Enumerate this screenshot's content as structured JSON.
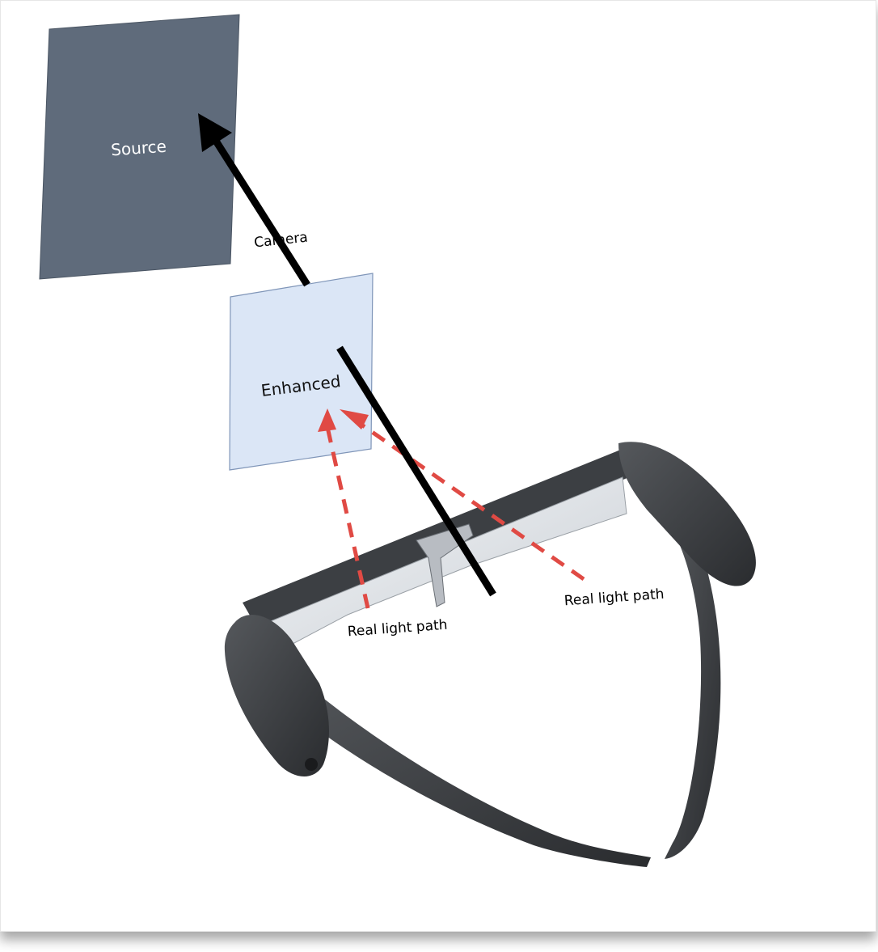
{
  "labels": {
    "source": "Source",
    "enhanced": "Enhanced",
    "camera": "Camera",
    "real_light_path_left": "Real light path",
    "real_light_path_right": "Real light path"
  },
  "colors": {
    "source_panel": "#5f6b7b",
    "enhanced_panel": "#dbe6f6",
    "enhanced_border": "#7f95b8",
    "camera_arrow": "#000000",
    "light_path": "#e04a44",
    "glasses_body": "#3a3c3f"
  }
}
